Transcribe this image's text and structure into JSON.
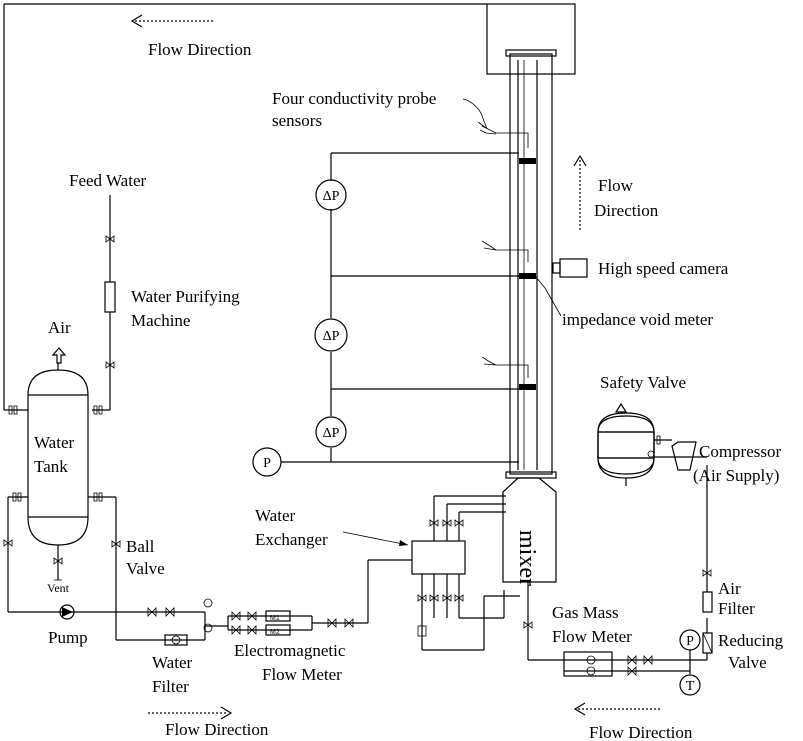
{
  "labels": {
    "flow_top": "Flow Direction",
    "four_probes_1": "Four conductivity probe",
    "four_probes_2": "sensors",
    "feed_water": "Feed Water",
    "flow_mid_1": "Flow",
    "flow_mid_2": "Direction",
    "high_speed_camera": "High speed camera",
    "water_purifying_1": "Water Purifying",
    "water_purifying_2": "Machine",
    "air": "Air",
    "impedance_void_meter": "impedance void meter",
    "safety_valve": "Safety Valve",
    "water_tank_1": "Water",
    "water_tank_2": "Tank",
    "compressor_1": "Compressor",
    "compressor_2": "(Air Supply)",
    "water_exchanger_1": "Water",
    "water_exchanger_2": "Exchanger",
    "mixer": "mixer",
    "ball_valve_1": "Ball",
    "ball_valve_2": "Valve",
    "vent": "Vent",
    "air_filter_1": "Air",
    "air_filter_2": "Filter",
    "pump": "Pump",
    "gas_mass_1": "Gas Mass",
    "gas_mass_2": "Flow Meter",
    "reducing_1": "Reducing",
    "reducing_2": "Valve",
    "water_filter_1": "Water",
    "water_filter_2": "Filter",
    "em_flow_1": "Electromagnetic",
    "em_flow_2": "Flow Meter",
    "flow_bottom_left": "Flow Direction",
    "flow_bottom_right": "Flow Direction",
    "dp": "ΔP",
    "p": "P",
    "t": "T",
    "m1": "M1",
    "m2": "M2"
  }
}
